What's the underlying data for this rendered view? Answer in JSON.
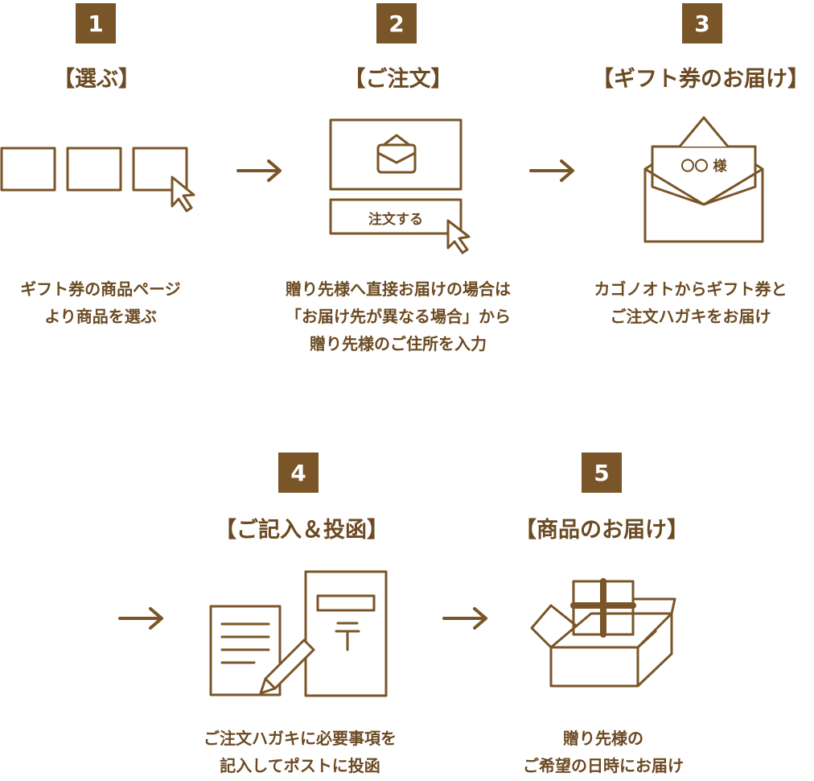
{
  "steps": [
    {
      "number": "1",
      "title": "【選ぶ】",
      "desc": [
        "ギフト券の商品ページ",
        "より商品を選ぶ"
      ]
    },
    {
      "number": "2",
      "title": "【ご注文】",
      "button": "注文する",
      "desc": [
        "贈り先様へ直接お届けの場合は",
        "「お届け先が異なる場合」から",
        "贈り先様のご住所を入力"
      ]
    },
    {
      "number": "3",
      "title": "【ギフト券のお届け】",
      "card_text": "〇〇 様",
      "desc": [
        "カゴノオトからギフト券と",
        "ご注文ハガキをお届け"
      ]
    },
    {
      "number": "4",
      "title": "【ご記入＆投函】",
      "desc": [
        "ご注文ハガキに必要事項を",
        "記入してポストに投函"
      ]
    },
    {
      "number": "5",
      "title": "【商品のお届け】",
      "desc": [
        "贈り先様の",
        "ご希望の日時にお届け"
      ]
    }
  ],
  "icons": {
    "step1": "product-windows-cursor-icon",
    "step2": "order-screen-envelope-icon",
    "step3": "gift-envelope-icon",
    "step4": "postcard-pencil-icon",
    "step5": "open-box-gift-icon",
    "arrow": "arrow-right-icon"
  }
}
